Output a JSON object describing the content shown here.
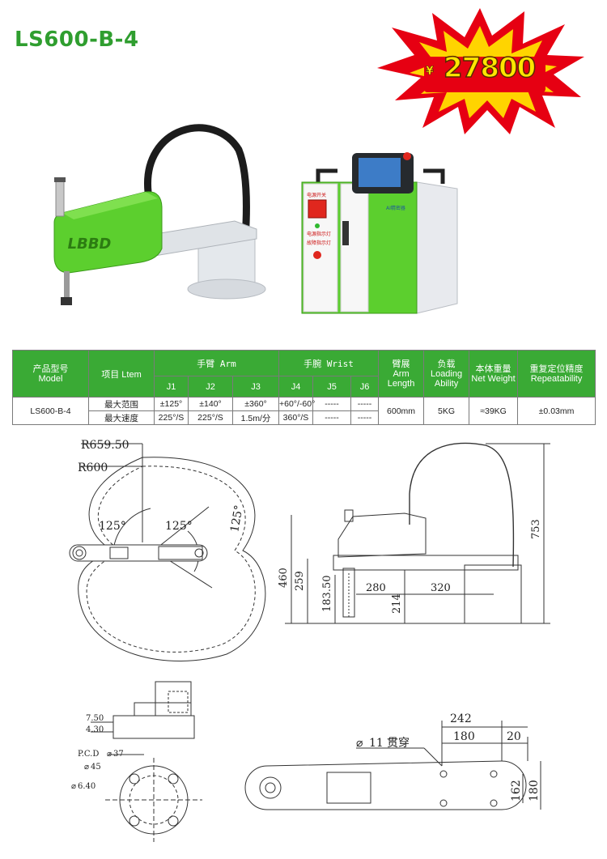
{
  "product": {
    "model": "LS600-B-4",
    "price_currency": "¥",
    "price": "27800",
    "robot_logo": "LBBD",
    "colors": {
      "brand_green": "#3aaa35",
      "title_green": "#2f9e2f",
      "burst_red": "#e60012",
      "burst_yellow": "#ffd400"
    }
  },
  "controller_labels": {
    "power_switch": "电源开关",
    "power_lamp": "电源指示灯",
    "fault_lamp": "故障指示灯",
    "brand": "AI精密器"
  },
  "table": {
    "header": {
      "model": "产品型号",
      "model_en": "Model",
      "item": "项目 Ltem",
      "arm": "手臂 Arm",
      "wrist": "手腕 Wrist",
      "reach": "臂展",
      "reach_en1": "Arm",
      "reach_en2": "Length",
      "load": "负载",
      "load_en1": "Loading",
      "load_en2": "Ability",
      "weight": "本体重量",
      "weight_en": "Net Weight",
      "repeat": "重复定位精度",
      "repeat_en": "Repeatability",
      "joints": [
        "J1",
        "J2",
        "J3",
        "J4",
        "J5",
        "J6"
      ]
    },
    "model_value": "LS600-B-4",
    "rows": [
      {
        "label": "最大范围",
        "values": [
          "±125°",
          "±140°",
          "±360°",
          "+60°/-60°",
          "-----",
          "-----"
        ]
      },
      {
        "label": "最大速度",
        "values": [
          "225°/S",
          "225°/S",
          "1.5m/分",
          "360°/S",
          "-----",
          "-----"
        ]
      }
    ],
    "reach_value": "600mm",
    "load_value": "5KG",
    "weight_value": "≈39KG",
    "repeat_value": "±0.03mm"
  },
  "drawings": {
    "top_view": {
      "r_outer": "R659.50",
      "r_inner": "R600",
      "angle1": "125°",
      "angle2": "125°",
      "angle3": "125°"
    },
    "side_view": {
      "h460": "460",
      "h259": "259",
      "h183": "183.50",
      "h214": "214",
      "l280": "280",
      "l320": "320",
      "h753": "753"
    },
    "base_detail": {
      "d750": "7.50",
      "d430": "4.30"
    },
    "flange": {
      "pcd": "P.C.D",
      "pcd_val": "37",
      "d45": "45",
      "d640": "6.40"
    },
    "arm_bottom": {
      "d242": "242",
      "d180": "180",
      "d20": "20",
      "hole": "11",
      "hole_text": "贯穿",
      "h162": "162",
      "h180": "180"
    }
  }
}
